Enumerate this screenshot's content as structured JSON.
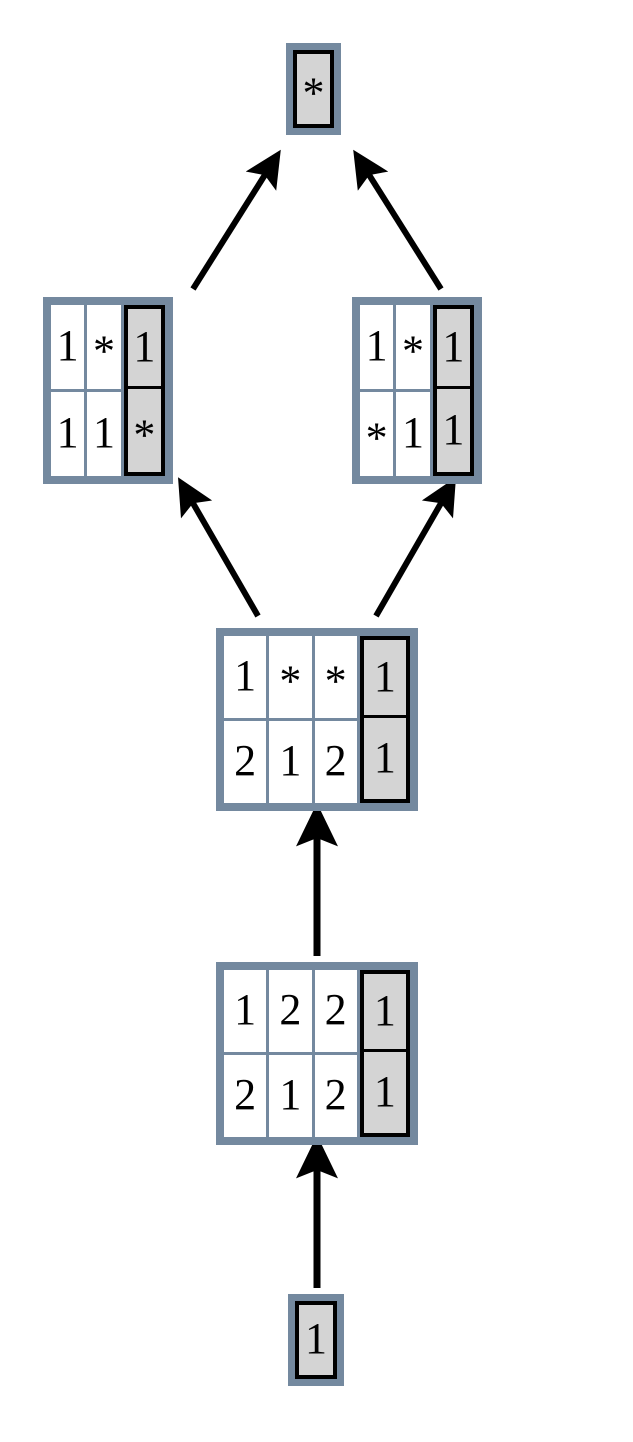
{
  "diagram": {
    "title": "derivation-lattice",
    "colors": {
      "frame": "#74899f",
      "cell_background": "#ffffff",
      "highlight_background": "#d4d4d4",
      "highlight_border": "#000000",
      "arrow": "#000000",
      "page_background": "#ffffff"
    },
    "nodes": [
      {
        "id": "node-top",
        "name": "node-top-single-star",
        "columns": 1,
        "rows": [
          [
            {
              "text": "*",
              "shaded": true
            }
          ]
        ]
      },
      {
        "id": "node-left",
        "name": "node-left-3col",
        "columns": 3,
        "rows": [
          [
            {
              "text": "1",
              "shaded": false
            },
            {
              "text": "*",
              "shaded": false
            },
            {
              "text": "1",
              "shaded": true
            }
          ],
          [
            {
              "text": "1",
              "shaded": false
            },
            {
              "text": "1",
              "shaded": false
            },
            {
              "text": "*",
              "shaded": true
            }
          ]
        ]
      },
      {
        "id": "node-right",
        "name": "node-right-3col",
        "columns": 3,
        "rows": [
          [
            {
              "text": "1",
              "shaded": false
            },
            {
              "text": "*",
              "shaded": false
            },
            {
              "text": "1",
              "shaded": true
            }
          ],
          [
            {
              "text": "*",
              "shaded": false
            },
            {
              "text": "1",
              "shaded": false
            },
            {
              "text": "1",
              "shaded": true
            }
          ]
        ]
      },
      {
        "id": "node-middle",
        "name": "node-middle-4col",
        "columns": 4,
        "rows": [
          [
            {
              "text": "1",
              "shaded": false
            },
            {
              "text": "*",
              "shaded": false
            },
            {
              "text": "*",
              "shaded": false
            },
            {
              "text": "1",
              "shaded": true
            }
          ],
          [
            {
              "text": "2",
              "shaded": false
            },
            {
              "text": "1",
              "shaded": false
            },
            {
              "text": "2",
              "shaded": false
            },
            {
              "text": "1",
              "shaded": true
            }
          ]
        ]
      },
      {
        "id": "node-lower",
        "name": "node-lower-4col",
        "columns": 4,
        "rows": [
          [
            {
              "text": "1",
              "shaded": false
            },
            {
              "text": "2",
              "shaded": false
            },
            {
              "text": "2",
              "shaded": false
            },
            {
              "text": "1",
              "shaded": true
            }
          ],
          [
            {
              "text": "2",
              "shaded": false
            },
            {
              "text": "1",
              "shaded": false
            },
            {
              "text": "2",
              "shaded": false
            },
            {
              "text": "1",
              "shaded": true
            }
          ]
        ]
      },
      {
        "id": "node-bottom",
        "name": "node-bottom-single-one",
        "columns": 1,
        "rows": [
          [
            {
              "text": "1",
              "shaded": true
            }
          ]
        ]
      }
    ],
    "arrows": [
      {
        "id": "arrow-left-to-top",
        "from": "node-left",
        "to": "node-top",
        "direction": "up-right"
      },
      {
        "id": "arrow-right-to-top",
        "from": "node-right",
        "to": "node-top",
        "direction": "up-left"
      },
      {
        "id": "arrow-middle-to-left",
        "from": "node-middle",
        "to": "node-left",
        "direction": "up-left"
      },
      {
        "id": "arrow-middle-to-right",
        "from": "node-middle",
        "to": "node-right",
        "direction": "up-right"
      },
      {
        "id": "arrow-lower-to-middle",
        "from": "node-lower",
        "to": "node-middle",
        "direction": "up"
      },
      {
        "id": "arrow-bottom-to-lower",
        "from": "node-bottom",
        "to": "node-lower",
        "direction": "up"
      }
    ]
  }
}
